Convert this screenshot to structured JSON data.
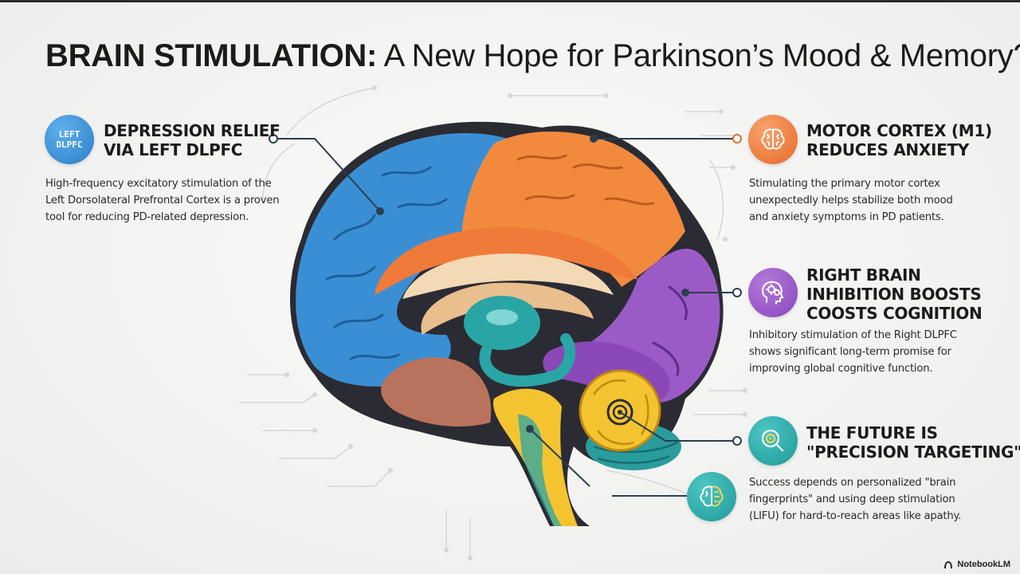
{
  "title": {
    "bold": "BRAIN STIMULATION:",
    "rest": " A New Hope for Parkinson’s Mood & Memory?"
  },
  "sections": {
    "left_dlpfc": {
      "badge": [
        "LEFT",
        "DLPFC"
      ],
      "heading": [
        "DEPRESSION RELIEF",
        "VIA LEFT DLPFC"
      ],
      "description": [
        "High-frequency excitatory stimulation of the",
        "Left Dorsolateral Prefrontal Cortex is a proven",
        "tool for reducing PD-related depression."
      ],
      "color": "#2f8bd6"
    },
    "motor_cortex": {
      "icon": "brain-icon",
      "heading": [
        "MOTOR CORTEX (M1)",
        "REDUCES ANXIETY"
      ],
      "description": [
        "Stimulating the primary motor cortex",
        "unexpectedly helps stabilize both mood",
        "and anxiety symptoms in PD patients."
      ],
      "color": "#f07a3a"
    },
    "right_brain": {
      "icon": "head-gears-icon",
      "heading": [
        "RIGHT BRAIN",
        "INHIBITION BOOSTS",
        "COOSTS COGNITION"
      ],
      "description": [
        "Inhibitory stimulation of the Right DLPFC",
        "shows significant long-term promise for",
        "improving global cognitive function."
      ],
      "color": "#9a52c8"
    },
    "precision": {
      "icon": "target-magnifier-icon",
      "heading": [
        "THE FUTURE IS",
        "\"PRECISION TARGETING\""
      ],
      "description": [
        "Success depends on personalized \"brain",
        "fingerprints\" and using deep stimulation",
        "(LIFU) for hard-to-reach areas like apathy."
      ],
      "color": "#22a9a8"
    },
    "deep_brain": {
      "icon": "brain-circuit-icon",
      "color": "#22a9a8"
    }
  },
  "brand": {
    "name": "NotebookLM",
    "icon": "notebooklm-logo-icon"
  },
  "colors": {
    "blue_lobe": "#3a8fd4",
    "orange_lobe": "#f28a3e",
    "purple_lobe": "#9b5bc6",
    "yellow_cerebellum": "#f4c430",
    "teal_deep": "#2aa5a5",
    "brown_lobe": "#b9735c"
  }
}
